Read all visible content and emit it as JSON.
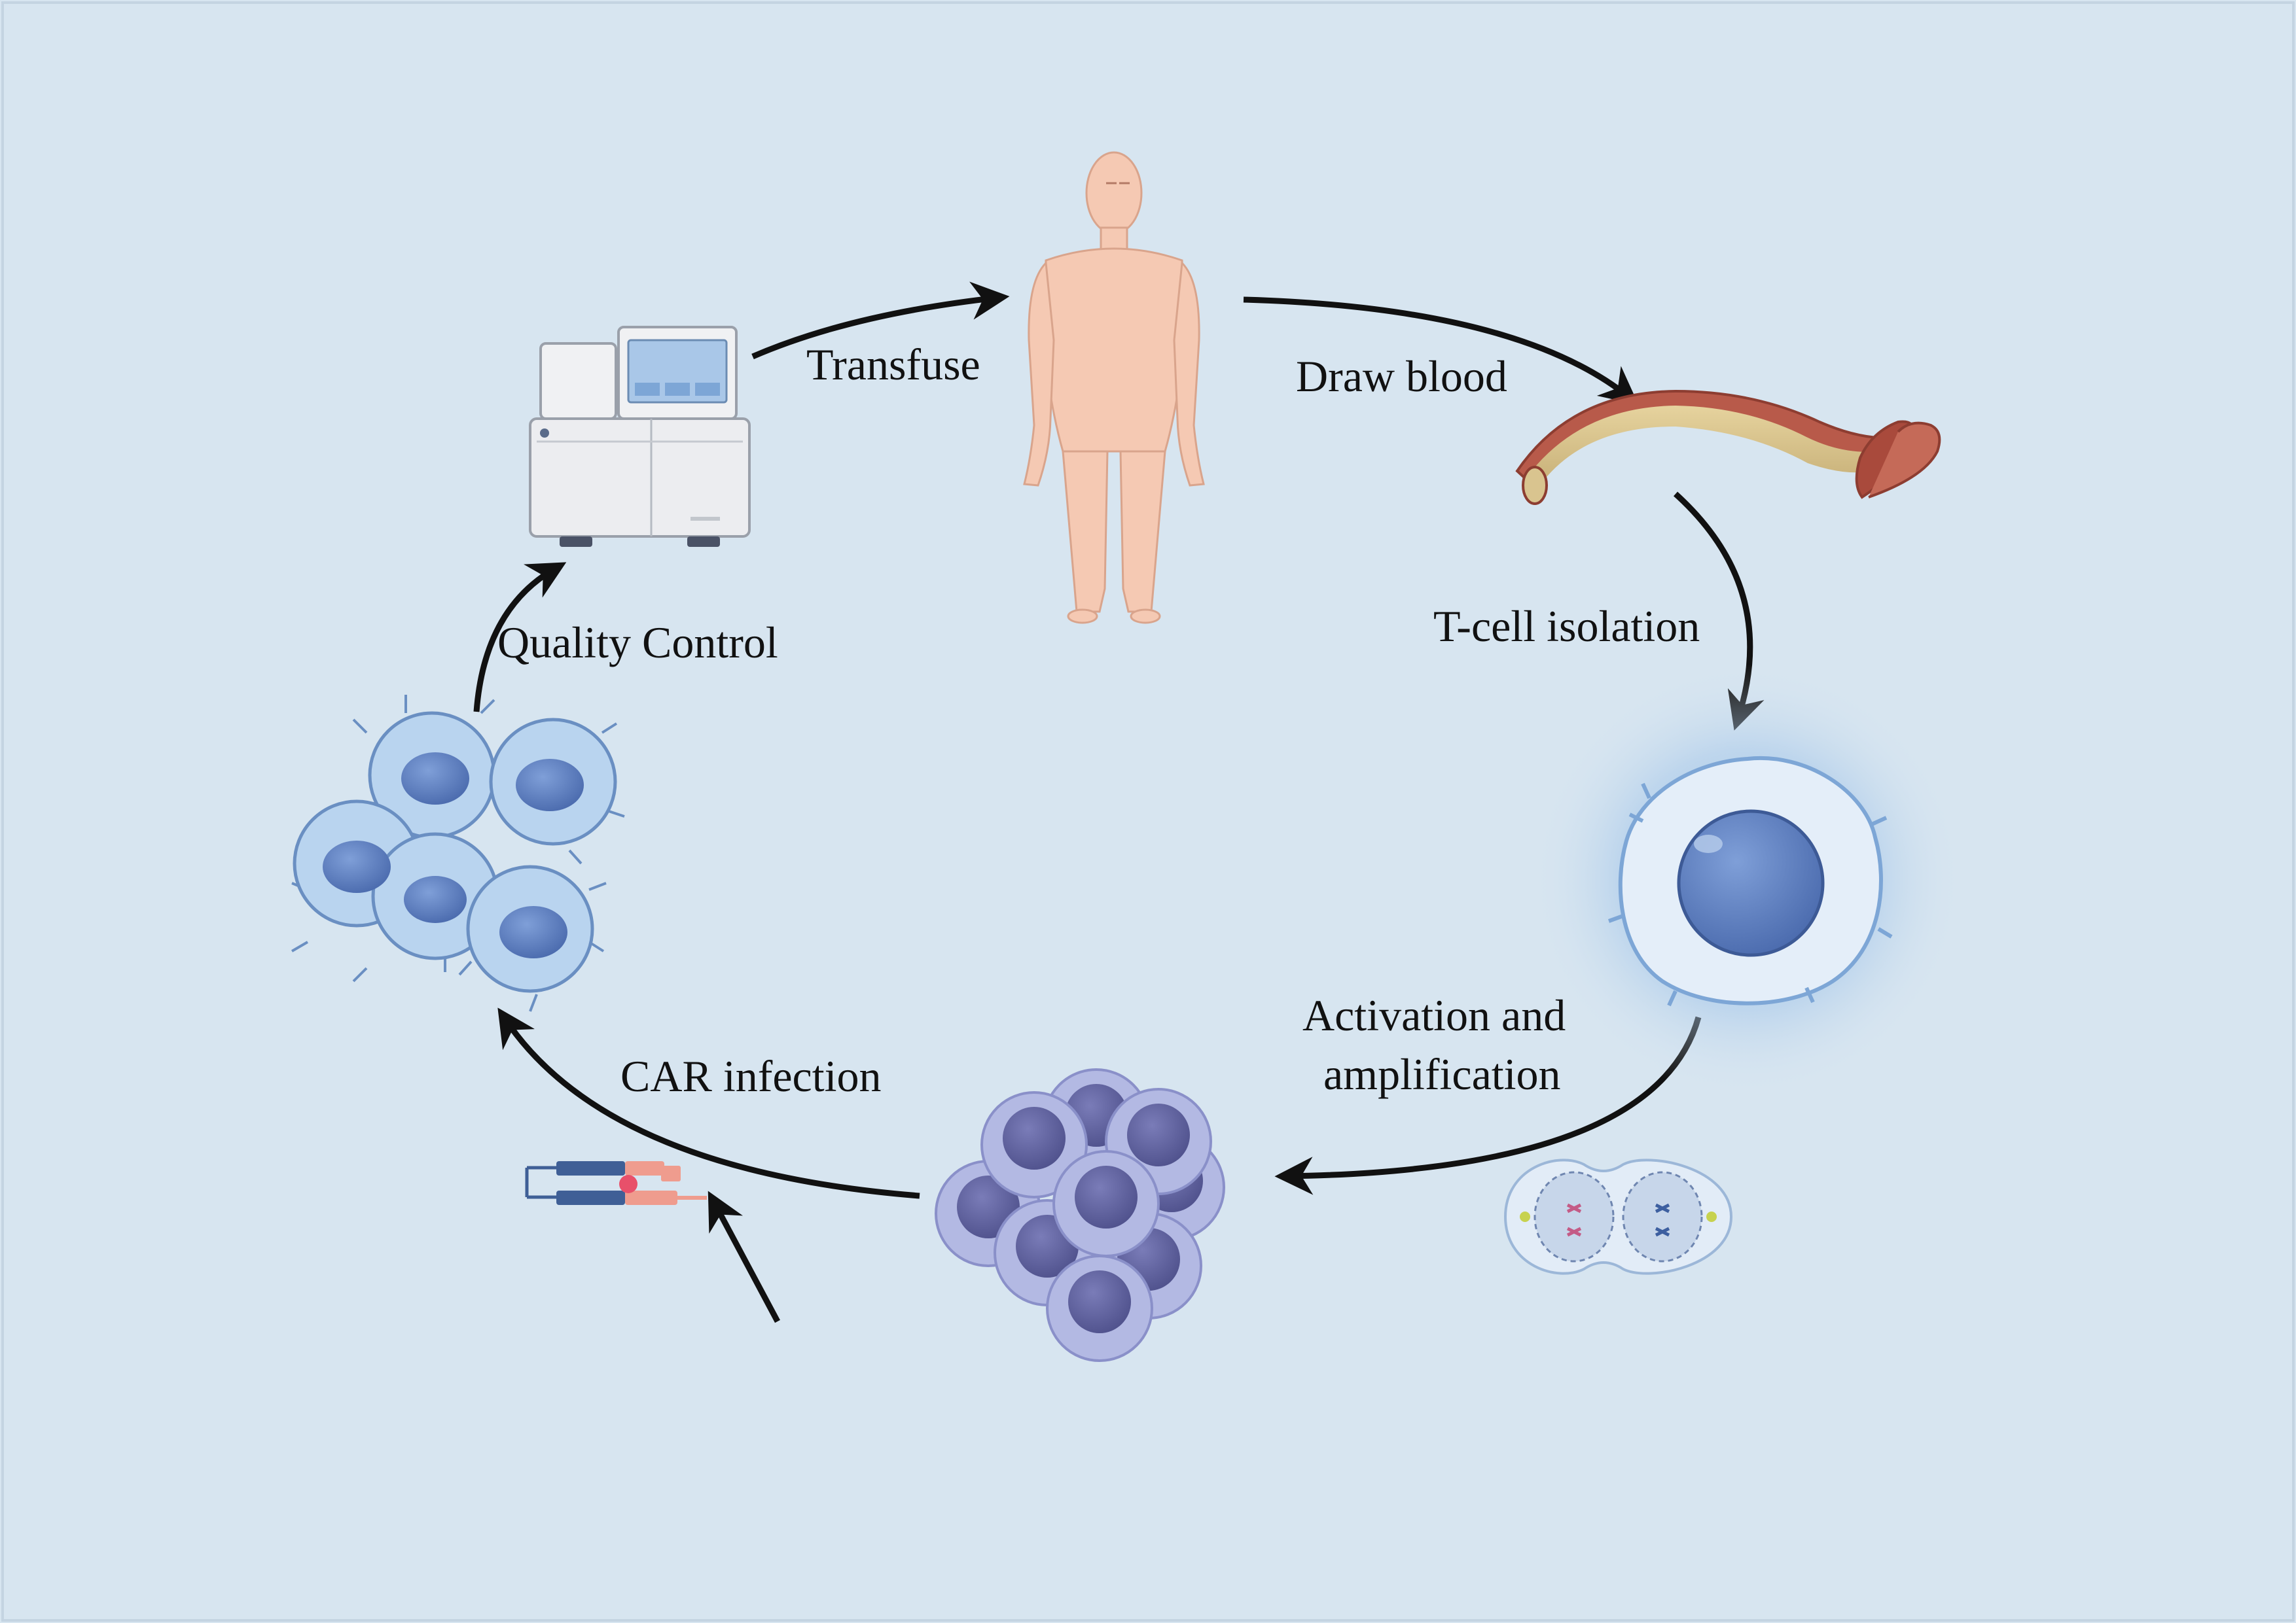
{
  "diagram": {
    "colors": {
      "background": "#d7e5f0",
      "arrow": "#111111",
      "skin": "#f5c9b3",
      "vessel_wall": "#b85a4a",
      "vessel_inner": "#d9c48f",
      "cell_membrane": "#b9d4ef",
      "cell_nucleus": "#5b7fbf",
      "cluster_cell": "#b3b9e3",
      "cluster_nucleus": "#5d5f9e",
      "car_blue": "#3f5f96",
      "car_pink": "#ef9c8e"
    },
    "steps": [
      {
        "id": "transfuse",
        "label": "Transfuse"
      },
      {
        "id": "draw-blood",
        "label": "Draw blood"
      },
      {
        "id": "t-cell-isolation",
        "label": "T-cell isolation"
      },
      {
        "id": "activation",
        "label_line1": "Activation and",
        "label_line2": "amplification"
      },
      {
        "id": "car-infection",
        "label": "CAR infection"
      },
      {
        "id": "quality-control",
        "label": "Quality Control"
      }
    ],
    "nodes": [
      {
        "id": "human-body",
        "icon": "human-body-icon"
      },
      {
        "id": "blood-vessel",
        "icon": "blood-vessel-icon"
      },
      {
        "id": "t-cell",
        "icon": "t-cell-icon"
      },
      {
        "id": "cell-division",
        "icon": "cell-division-icon"
      },
      {
        "id": "cell-cluster",
        "icon": "cell-cluster-icon"
      },
      {
        "id": "car-receptor",
        "icon": "car-receptor-icon"
      },
      {
        "id": "car-t-cells",
        "icon": "car-t-cells-icon"
      },
      {
        "id": "analyzer-machine",
        "icon": "analyzer-machine-icon"
      }
    ]
  }
}
